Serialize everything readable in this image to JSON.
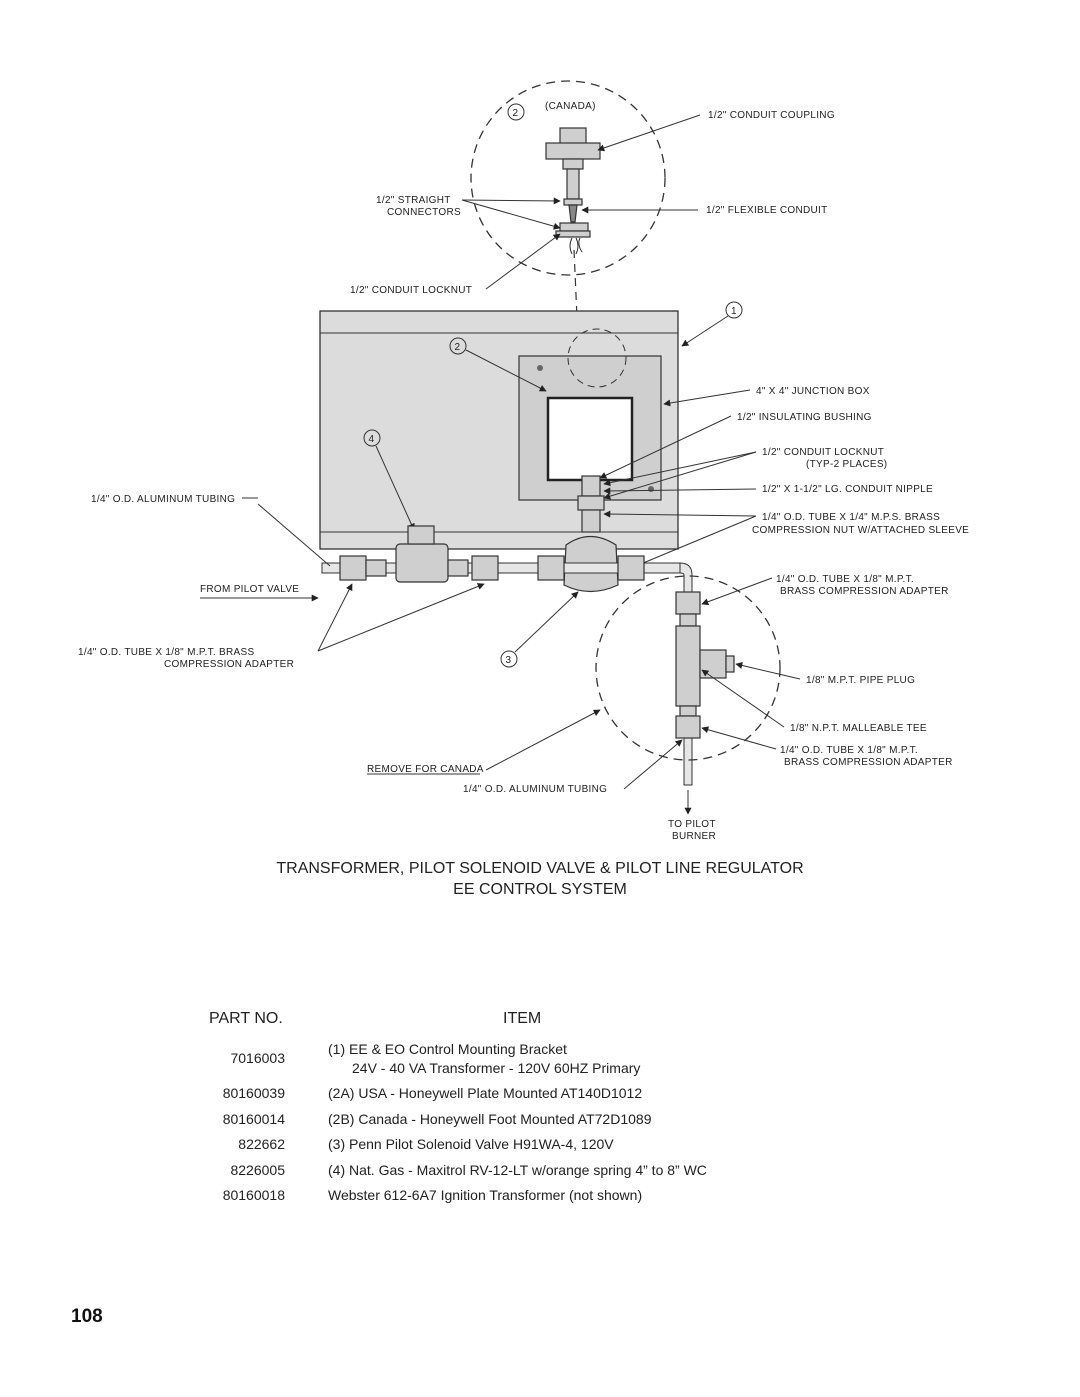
{
  "diagram": {
    "labels": {
      "canada": "(CANADA)",
      "conduit_coupling": "1/2\" CONDUIT COUPLING",
      "straight_connectors_1": "1/2\" STRAIGHT",
      "straight_connectors_2": "CONNECTORS",
      "flexible_conduit": "1/2\" FLEXIBLE CONDUIT",
      "conduit_locknut_top": "1/2\" CONDUIT LOCKNUT",
      "junction_box": "4\" X 4\" JUNCTION BOX",
      "insulating_bushing": "1/2\" INSULATING BUSHING",
      "conduit_locknut_right_1": "1/2\" CONDUIT LOCKNUT",
      "conduit_locknut_right_2": "(TYP-2 PLACES)",
      "conduit_nipple": "1/2\" X 1-1/2\" LG. CONDUIT NIPPLE",
      "tube_quarter_1": "1/4\" O.D. TUBE X 1/4\" M.P.S. BRASS",
      "tube_quarter_2": "COMPRESSION NUT W/ATTACHED SLEEVE",
      "aluminum_tubing_left": "1/4\" O.D. ALUMINUM TUBING",
      "from_pilot_valve": "FROM PILOT VALVE",
      "brass_adapter_left_1": "1/4\" O.D. TUBE X 1/8\" M.P.T. BRASS",
      "brass_adapter_left_2": "COMPRESSION ADAPTER",
      "brass_adapter_right_top_1": "1/4\" O.D. TUBE X 1/8\" M.P.T.",
      "brass_adapter_right_top_2": "BRASS COMPRESSION ADAPTER",
      "pipe_plug": "1/8\" M.P.T. PIPE PLUG",
      "malleable_tee": "1/8\" N.P.T. MALLEABLE TEE",
      "brass_adapter_right_bot_1": "1/4\" O.D. TUBE X 1/8\" M.P.T.",
      "brass_adapter_right_bot_2": "BRASS COMPRESSION ADAPTER",
      "remove_for_canada": "REMOVE FOR CANADA",
      "aluminum_tubing_bottom": "1/4\" O.D. ALUMINUM TUBING",
      "to_pilot_1": "TO PILOT",
      "to_pilot_2": "BURNER"
    },
    "callouts": {
      "c1": "1",
      "c2a": "2",
      "c2b": "2",
      "c3": "3",
      "c4": "4"
    }
  },
  "caption": {
    "line1": "TRANSFORMER, PILOT SOLENOID VALVE & PILOT LINE REGULATOR",
    "line2": "EE CONTROL SYSTEM"
  },
  "parts_table": {
    "header_part": "PART NO.",
    "header_item": "ITEM",
    "rows": [
      {
        "part": "7016003",
        "item": "(1) EE & EO Control Mounting Bracket",
        "item2": "24V - 40 VA Transformer - 120V 60HZ Primary"
      },
      {
        "part": "80160039",
        "item": "(2A) USA - Honeywell Plate Mounted AT140D1012"
      },
      {
        "part": "80160014",
        "item": "(2B) Canada - Honeywell Foot Mounted AT72D1089"
      },
      {
        "part": "822662",
        "item": "(3) Penn Pilot Solenoid Valve H91WA-4, 120V"
      },
      {
        "part": "8226005",
        "item": "(4) Nat. Gas - Maxitrol RV-12-LT w/orange spring 4” to 8” WC"
      },
      {
        "part": "80160018",
        "item": "Webster 612-6A7 Ignition Transformer (not shown)"
      }
    ]
  },
  "page_number": "108"
}
